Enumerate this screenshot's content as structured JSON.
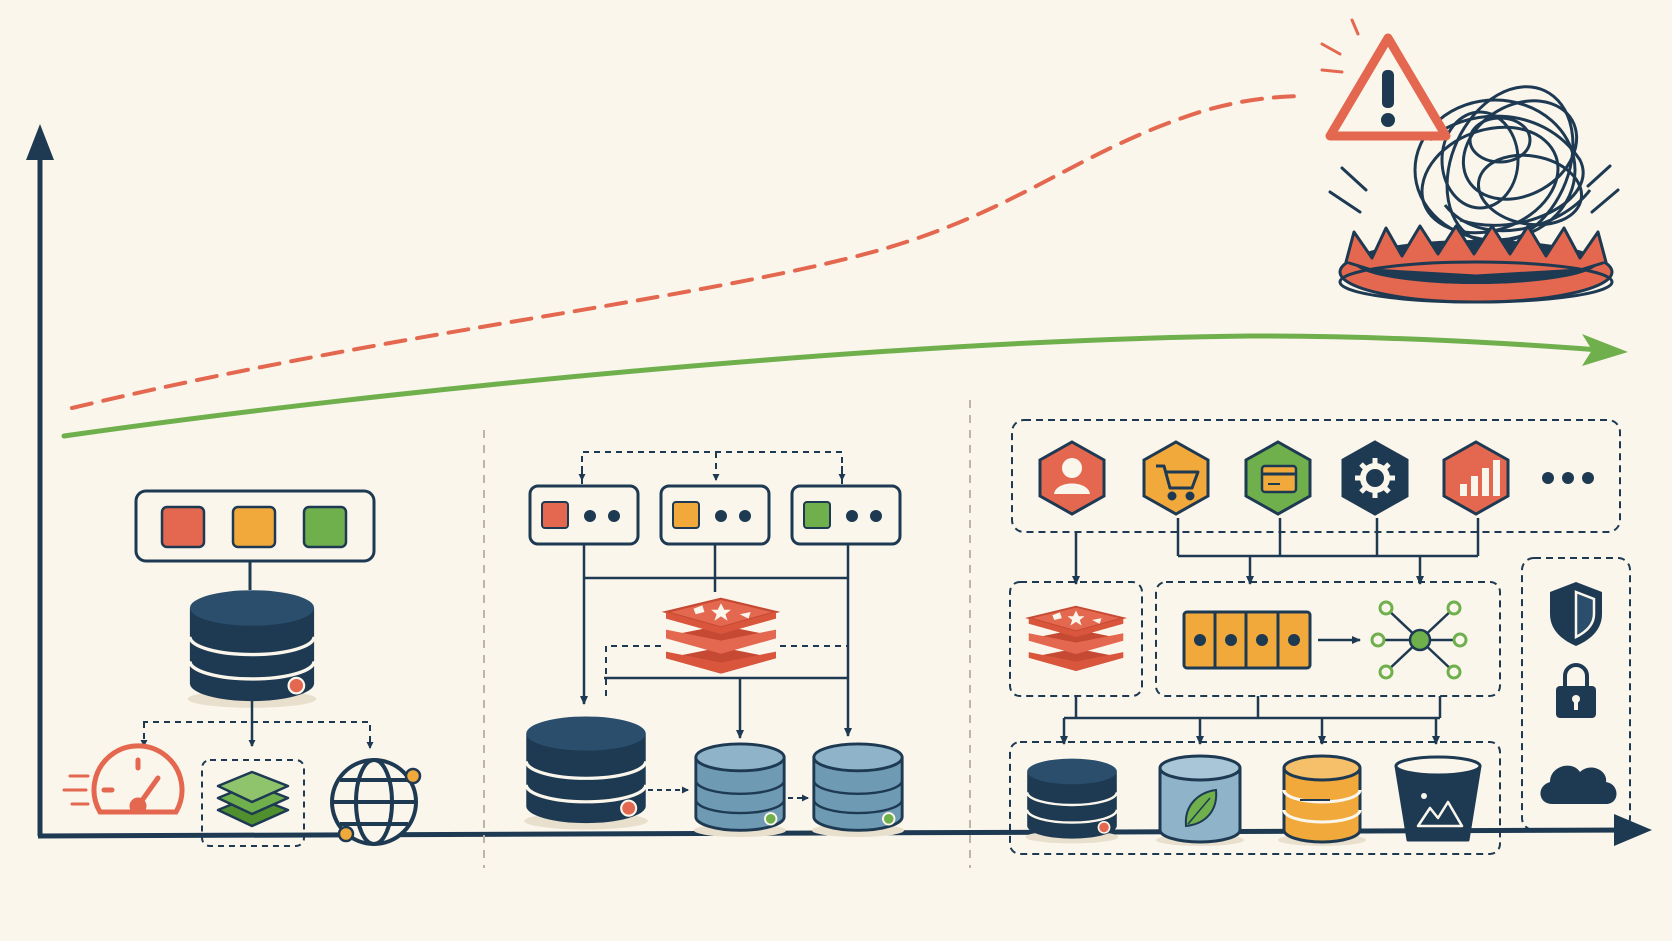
{
  "colors": {
    "background": "#fbf6ec",
    "navy": "#1e3a52",
    "red": "#e4684f",
    "orange": "#f2a93b",
    "green": "#6fb04d",
    "dark_green": "#4f8f2e",
    "slate_blue": "#6f9ab3",
    "dashed_gray": "#bdb5a6"
  },
  "axes": {
    "x": "",
    "y": ""
  },
  "curves": {
    "complex_path": {
      "style": "dashed",
      "color": "red",
      "ends_in": "warning-trap"
    },
    "simple_path": {
      "style": "solid",
      "color": "green",
      "ends_in": "arrow"
    }
  },
  "stages": [
    {
      "id": "stage-1",
      "app_modules": [
        "red",
        "orange",
        "green"
      ],
      "database": "navy-database",
      "children": [
        "speedometer-icon",
        "layers-icon",
        "globe-icon"
      ]
    },
    {
      "id": "stage-2",
      "app_servers": [
        "red",
        "orange",
        "green"
      ],
      "cache": "redis-cache-icon",
      "databases": [
        "primary-database",
        "replica-database",
        "replica-database"
      ]
    },
    {
      "id": "stage-3",
      "services": [
        "user-icon",
        "cart-icon",
        "payment-card-icon",
        "gear-icon",
        "bar-chart-icon",
        "more-dots-icon"
      ],
      "middle": [
        "redis-cache-icon",
        "message-queue-icon",
        "network-graph-icon"
      ],
      "datastores": [
        "navy-database",
        "leaf-database",
        "orange-database",
        "image-bucket-icon"
      ],
      "security": [
        "shield-icon",
        "lock-icon",
        "cloud-icon"
      ]
    }
  ]
}
